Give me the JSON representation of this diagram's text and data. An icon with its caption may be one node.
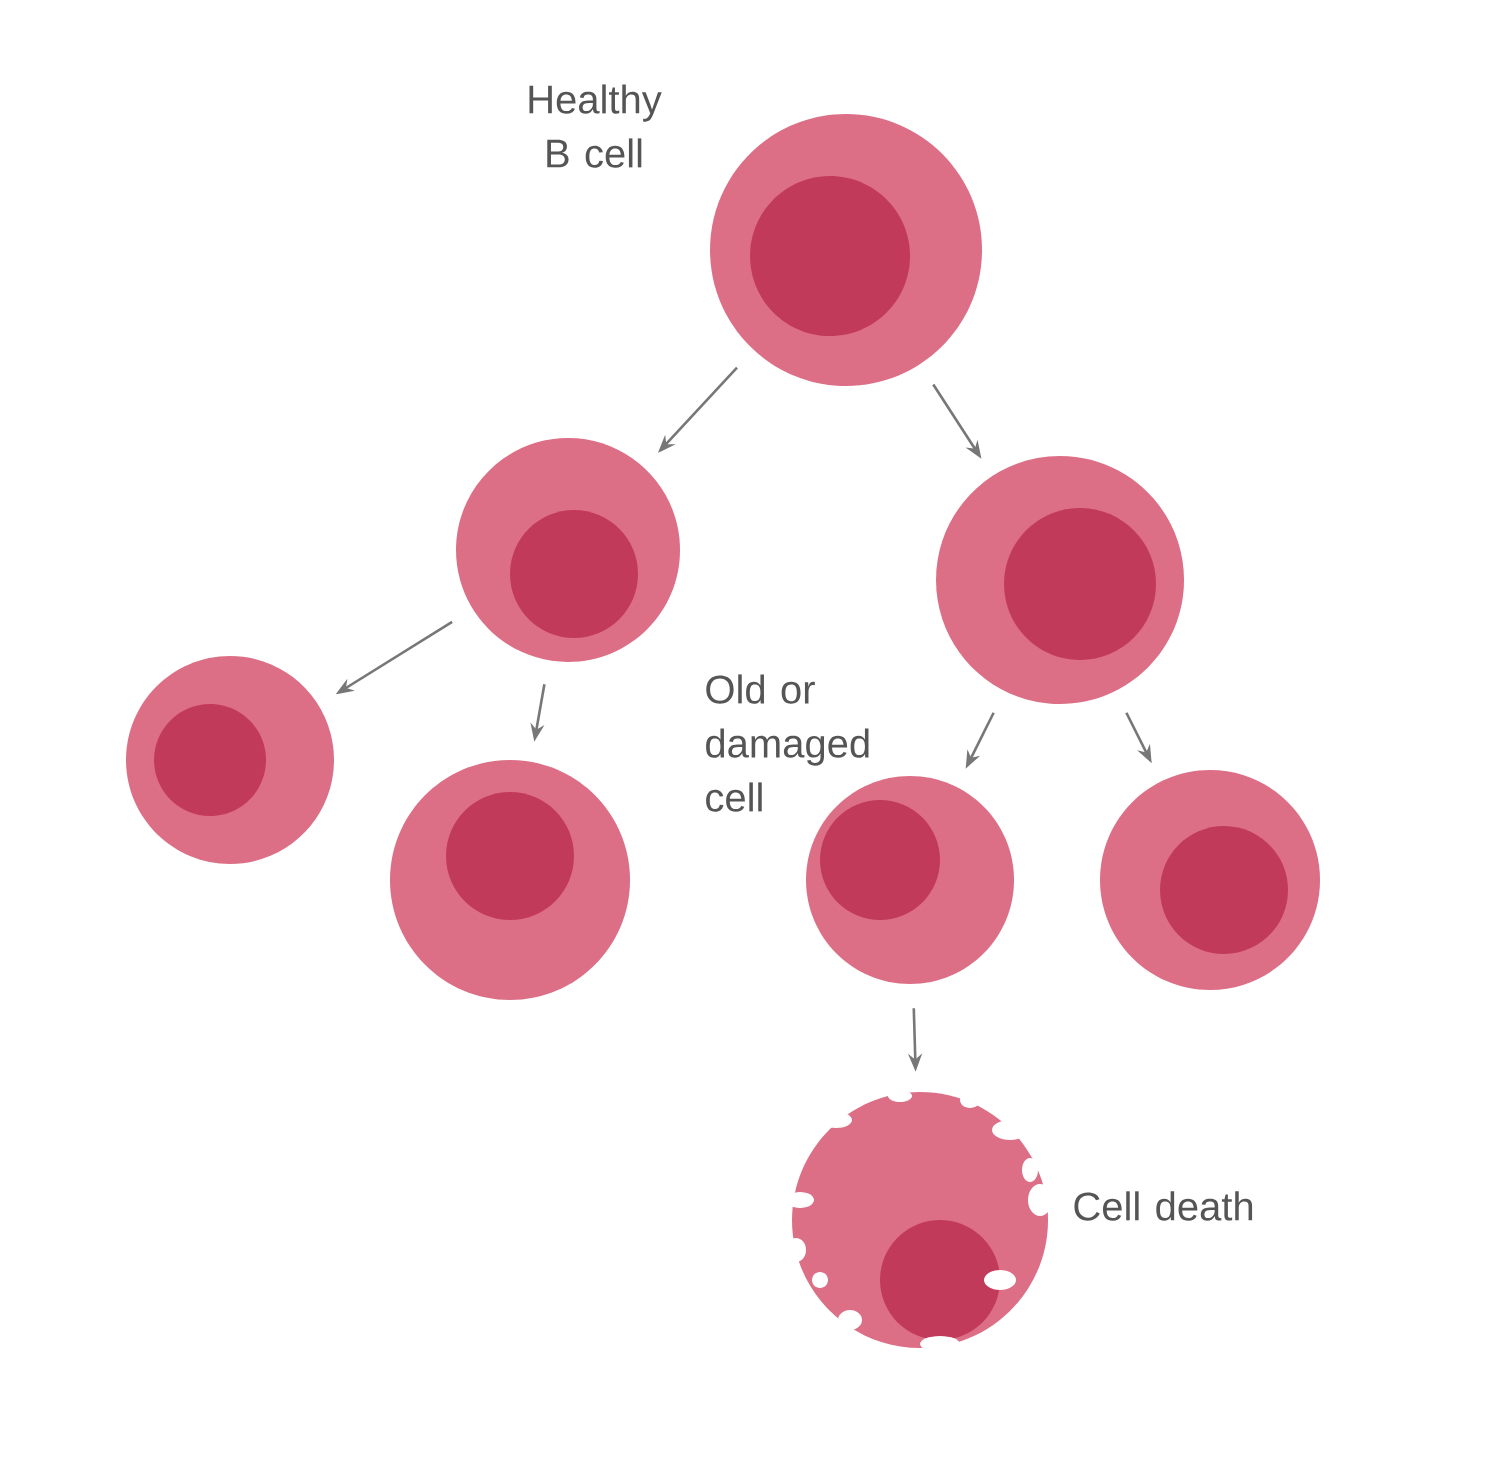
{
  "diagram": {
    "nodes": [
      {
        "text": [],
        "shape": "circle",
        "beside": [
          "Healthy B cell"
        ]
      },
      {
        "text": [],
        "shape": "circle"
      },
      {
        "text": [],
        "shape": "circle"
      },
      {
        "text": [],
        "shape": "circle"
      },
      {
        "text": [],
        "shape": "circle"
      },
      {
        "text": [],
        "shape": "circle",
        "beside": [
          "Old or damaged cell"
        ]
      },
      {
        "text": [],
        "shape": "circle"
      },
      {
        "text": [],
        "shape": "circle",
        "beside": [
          "Cell death"
        ]
      }
    ],
    "edges": [
      {
        "from": 0,
        "to": 1,
        "arrow": "to"
      },
      {
        "from": 0,
        "to": 2,
        "arrow": "to"
      },
      {
        "from": 1,
        "to": 3,
        "arrow": "to"
      },
      {
        "from": 1,
        "to": 4,
        "arrow": "to"
      },
      {
        "from": 2,
        "to": 5,
        "arrow": "to"
      },
      {
        "from": 2,
        "to": 6,
        "arrow": "to"
      },
      {
        "from": 5,
        "to": 7,
        "arrow": "to"
      }
    ]
  }
}
